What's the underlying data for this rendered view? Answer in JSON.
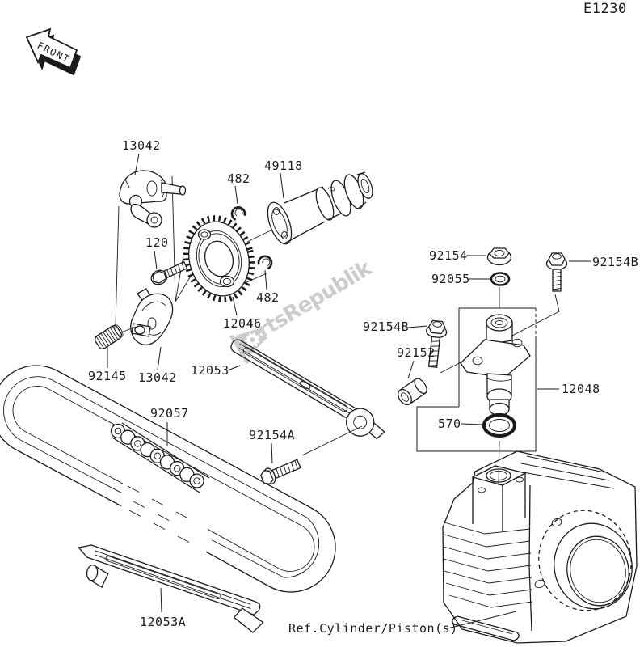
{
  "diagram": {
    "code": "E1230",
    "front_label": "FRONT",
    "watermark": "PartsRepublik",
    "reference_note": "Ref.Cylinder/Piston(s)",
    "ink_color": "#1b1b1b",
    "watermark_color": "#c9c9c9",
    "background": "#ffffff"
  },
  "callouts": [
    {
      "label": "13042"
    },
    {
      "label": "49118"
    },
    {
      "label": "482"
    },
    {
      "label": "120"
    },
    {
      "label": "92154"
    },
    {
      "label": "92154B"
    },
    {
      "label": "92055"
    },
    {
      "label": "482"
    },
    {
      "label": "12046"
    },
    {
      "label": "92154B"
    },
    {
      "label": "92152"
    },
    {
      "label": "92145"
    },
    {
      "label": "13042"
    },
    {
      "label": "12053"
    },
    {
      "label": "12048"
    },
    {
      "label": "570"
    },
    {
      "label": "92057"
    },
    {
      "label": "92154A"
    },
    {
      "label": "12053A"
    }
  ]
}
